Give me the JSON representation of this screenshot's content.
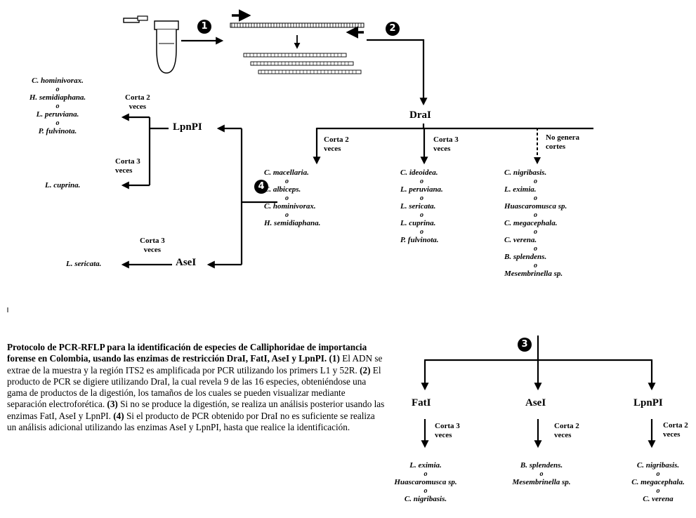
{
  "steps": {
    "s1": "1",
    "s2": "2",
    "s3": "3",
    "s4": "4"
  },
  "enzymes": {
    "drai": "DraI",
    "lpnpi_left": "LpnPI",
    "asei_left": "AseI",
    "fati": "FatI",
    "asei_bottom": "AseI",
    "lpnpi_bottom": "LpnPI"
  },
  "cut_labels": {
    "drai_left": [
      "Corta 2",
      "veces"
    ],
    "drai_mid": [
      "Corta 3",
      "veces"
    ],
    "drai_right": [
      "No genera",
      "cortes"
    ],
    "lpnpi_upper": [
      "Corta 2",
      "veces"
    ],
    "lpnpi_lower": [
      "Corta 3",
      "veces"
    ],
    "asei_left": [
      "Corta 3",
      "veces"
    ],
    "fati": [
      "Corta 3",
      "veces"
    ],
    "asei_bottom": [
      "Corta 2",
      "veces"
    ],
    "lpnpi_bottom": [
      "Corta 2",
      "veces"
    ]
  },
  "separator": "o",
  "species": {
    "lpnpi_2": [
      "C. hominivorax.",
      "H. semidiaphana.",
      "L. peruviana.",
      "P. fulvinota."
    ],
    "lpnpi_3": [
      "L. cuprina."
    ],
    "asei_3": [
      "L. sericata."
    ],
    "drai_2": [
      "C. macellaria.",
      "C. albiceps.",
      "C. hominivorax.",
      "H. semidiaphana."
    ],
    "drai_3": [
      "C. ideoidea.",
      "L. peruviana.",
      "L. sericata.",
      "L. cuprina.",
      "P. fulvinota."
    ],
    "drai_0": [
      "C. nigribasis.",
      "L. eximia.",
      "Huascaromusca sp.",
      "C. megacephala.",
      "C. verena.",
      "B. splendens.",
      "Mesembrinella sp."
    ],
    "fati_3": [
      "L. eximia.",
      "Huascaromusca sp.",
      "C. nigribasis."
    ],
    "asei_2": [
      "B. splendens.",
      "Mesembrinella sp."
    ],
    "lpnpi_b2": [
      "C. nigribasis.",
      "C. megacephala.",
      "C. verena"
    ]
  },
  "caption": {
    "bold_intro": "Protocolo de PCR-RFLP para la identificación de especies de Calliphoridae de importancia forense en Colombia, usando las enzimas de restricción DraI, FatI, AseI y LpnPI.",
    "m1": "(1)",
    "t1": " El ADN se extrae de la muestra y la región ITS2 es amplificada por PCR utilizando los primers L1 y 52R. ",
    "m2": "(2)",
    "t2": " El producto de PCR se digiere utilizando DraI, la cual revela 9 de las 16 especies, obteniéndose una gama de productos de la digestión, los tamaños de los cuales se pueden visualizar mediante separación electroforética. ",
    "m3": "(3)",
    "t3": " Si no se produce la digestión, se realiza un análisis posterior usando las enzimas FatI, AseI y LpnPI. ",
    "m4": "(4)",
    "t4": " Si el producto de PCR obtenido por DraI no es suficiente se realiza un análisis adicional utilizando las enzimas AseI y LpnPI, hasta que realice la identificación."
  }
}
